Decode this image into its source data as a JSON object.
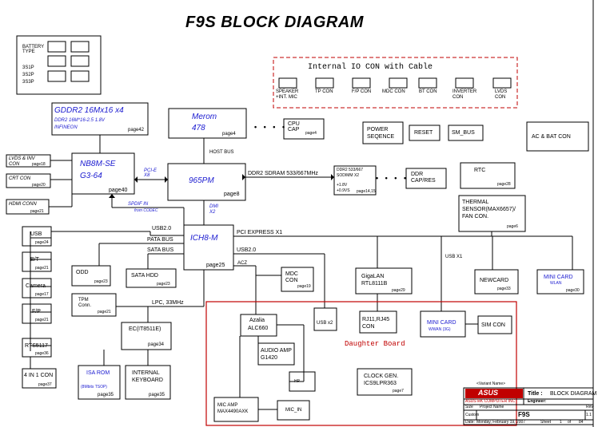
{
  "title": "F9S  BLOCK DIAGRAM",
  "battery": {
    "label": "BATTERY TYPE",
    "types": [
      "3S1P",
      "3S2P",
      "3S3P"
    ]
  },
  "gddr2": {
    "label": "GDDR2 16Mx16 x4",
    "spec": "DDR2 16M*16-2.5 1.8V",
    "vendor": "INFINEON",
    "page": "page42"
  },
  "merom": {
    "name": "Merom",
    "model": "478",
    "page": "page4"
  },
  "cpu_cap": {
    "label": "CPU CAP",
    "page": "page4"
  },
  "host_bus": "HOST BUS",
  "internal_io": {
    "title": "Internal IO CON with Cable",
    "items": [
      {
        "label": "SPEAKER +INT. MIC"
      },
      {
        "label": "TP CON"
      },
      {
        "label": "F/P CON"
      },
      {
        "label": "MDC CON"
      },
      {
        "label": "BT CON"
      },
      {
        "label": "INVERTER CON"
      },
      {
        "label": "LVDS CON"
      }
    ]
  },
  "power_sequence": "POWER SEQENCE",
  "reset": "RESET",
  "sm_bus": "SM_BUS",
  "ac_bat": "AC & BAT CON",
  "lvds_inv": {
    "label": "LVDS & INV CON",
    "page": "page18"
  },
  "crt": {
    "label": "CRT CON",
    "page": "page20"
  },
  "hdmi": {
    "label": "HDMI CONN",
    "page": "page21"
  },
  "nb8m": {
    "name": "NB8M-SE",
    "model": "G3-64",
    "page": "page40"
  },
  "pcie_x8": "PCI-E X8",
  "spdif": {
    "label": "SPDIF IN",
    "sub": "from CODEC"
  },
  "pm965": {
    "name": "965PM",
    "page": "page8"
  },
  "ddr2_bus": "DDR2 SDRAM 533/667MHz",
  "sodimm": {
    "label": "DDR2 533/667 SODIMM X2",
    "v1": "+1.8V",
    "v2": "+0.9VS",
    "page": "page14,15"
  },
  "ddr_cap": "DDR CAP/RES",
  "rtc": {
    "label": "RTC",
    "page": "page28"
  },
  "thermal": {
    "label": "THERMAL SENSOR(MAX6657)/ FAN CON.",
    "page": "page6"
  },
  "dmi": "DMI X2",
  "ich8": {
    "name": "ICH8-M",
    "page": "page25"
  },
  "usb20_top": "USB2.0",
  "pci_express": "PCI EXPRESS X1",
  "pata_bus": "PATA BUS",
  "sata_bus": "SATA BUS",
  "usb20_right": "USB2.0",
  "acz": "ACZ",
  "lpc": "LPC, 33MHz",
  "usb_x1": "USB X1",
  "usb_port": {
    "label": "USB",
    "page": "page24"
  },
  "bt": {
    "label": "B/T",
    "page": "page21"
  },
  "camera": {
    "label": "Camera",
    "page": "page17"
  },
  "fp": {
    "label": "F/P",
    "page": "page21"
  },
  "rts5117": {
    "label": "RTS5117",
    "page": "page36"
  },
  "four_in_one": {
    "label": "4 IN 1 CON",
    "page": "page37"
  },
  "odd": {
    "label": "ODD",
    "page": "page23"
  },
  "sata_hdd": {
    "label": "SATA HDD",
    "page": "page23"
  },
  "tpm": {
    "label": "TPM Conn.",
    "page": "page21"
  },
  "ec": {
    "label": "EC(IT8511E)",
    "page": "page34"
  },
  "isa_rom": {
    "label": "ISA ROM",
    "sub": "(8Mbits TSOP)",
    "page": "page35"
  },
  "int_kbd": {
    "label": "INTERNAL KEYBOARD",
    "page": "page35"
  },
  "mdc_con": {
    "label": "MDC CON",
    "page": "page19"
  },
  "gigalan": {
    "label": "GigaLAN RTL8111B",
    "page": "page29"
  },
  "rj": {
    "label": "RJ11,RJ45 CON"
  },
  "newcard": {
    "label": "NEWCARD",
    "page": "page33"
  },
  "minicard_wlan": {
    "label": "MINI CARD",
    "sub": "WLAN",
    "page": "page30"
  },
  "azalia": {
    "name": "Azalia",
    "model": "ALC660"
  },
  "usbx2": "USB x2",
  "audio_amp": {
    "label": "AUDIO AMP G1420"
  },
  "hp": "HP",
  "mic_amp": {
    "label": "MIC AMP MAX4490AXK"
  },
  "mic_in": "MIC_IN",
  "minicard_wwan": {
    "label": "MINI CARD",
    "sub": "WWAN (3G)"
  },
  "sim_con": "SIM CON",
  "daughter_board": "Daughter Board",
  "clock_gen": {
    "label": "CLOCK GEN. ICS9LPR363",
    "page": "page7"
  },
  "title_block": {
    "logo": "ASUS",
    "company": "ASUSTeK COMPUTER INC",
    "title_label": "Title :",
    "title_value": "BLOCK DIAGRAM",
    "engineer": "Engineer:",
    "size_label": "Size",
    "project_label": "Project Name",
    "rev_label": "Rev",
    "size_value": "Custom",
    "project_value": "F9S",
    "rev_value": "1.1",
    "date_label": "Date:",
    "date_value": "Monday, February 19, 2007",
    "sheet_label": "Sheet",
    "sheet_value": "1",
    "of_label": "of",
    "of_value": "84",
    "vendor_label": "<Variant Name>"
  },
  "colors": {
    "blue": "#1a1ad0",
    "red": "#c00000"
  }
}
